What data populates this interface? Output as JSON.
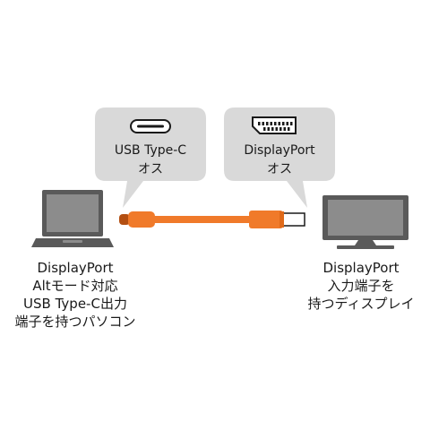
{
  "colors": {
    "bubble": "#d9d9d9",
    "cable": "#f07a2a",
    "device": "#5a5a5a",
    "screen": "#8c8c8c"
  },
  "usb_c_bubble": {
    "icon": "usb-c-port-icon",
    "line1": "USB Type-C",
    "line2": "オス"
  },
  "dp_bubble": {
    "icon": "displayport-port-icon",
    "line1": "DisplayPort",
    "line2": "オス"
  },
  "left_device": {
    "icon": "laptop-icon",
    "lines": [
      "DisplayPort",
      "Altモード対応",
      "USB Type-C出力",
      "端子を持つパソコン"
    ]
  },
  "right_device": {
    "icon": "display-monitor-icon",
    "lines": [
      "DisplayPort",
      "入力端子を",
      "持つディスプレイ"
    ]
  },
  "cable": {
    "icon": "usb-c-to-displayport-cable-icon"
  }
}
